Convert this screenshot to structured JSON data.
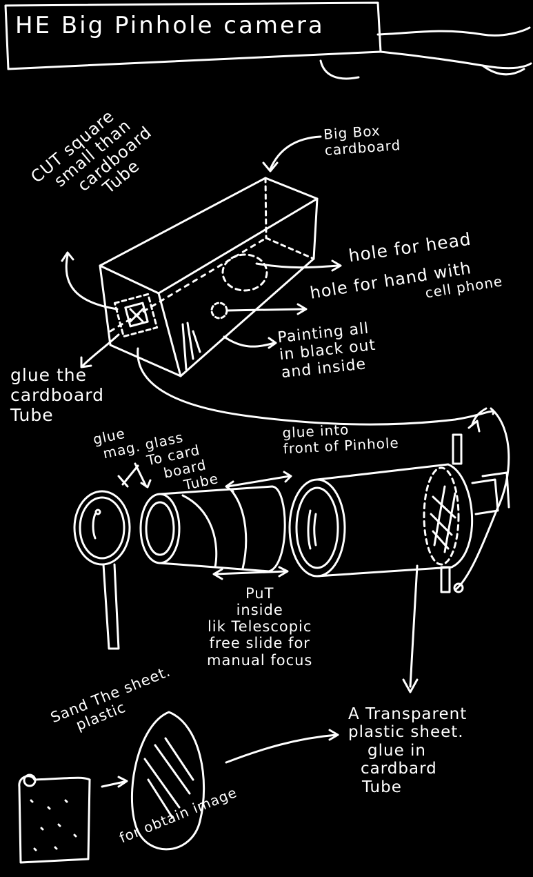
{
  "title": "HE Big Pinhole camera",
  "labels": {
    "big_box": [
      "Big Box",
      "cardboard"
    ],
    "cut_square": [
      "CUT square",
      "small than",
      "cardboard",
      "Tube"
    ],
    "hole_head": "hole for head",
    "hole_hand": [
      "hole for hand with",
      "cell phone"
    ],
    "painting": [
      "Painting all",
      "in black out",
      "and inside"
    ],
    "glue_tube": [
      "glue the",
      "cardboard",
      "Tube"
    ],
    "glue_front": [
      "glue into",
      "front of Pinhole"
    ],
    "glue_mag": [
      "glue",
      "mag. glass",
      "To card",
      "board",
      "Tube"
    ],
    "put_inside": [
      "PuT",
      "inside",
      "lik Telescopic",
      "free slide for",
      "manual focus"
    ],
    "sand_sheet": [
      "Sand The sheet.",
      "plastic"
    ],
    "obtain_image": "for obtain image",
    "transparent": [
      "A Transparent",
      "plastic sheet.",
      "glue in",
      "cardbard",
      "Tube"
    ]
  },
  "colors": {
    "background": "#000000",
    "ink": "#ffffff"
  }
}
